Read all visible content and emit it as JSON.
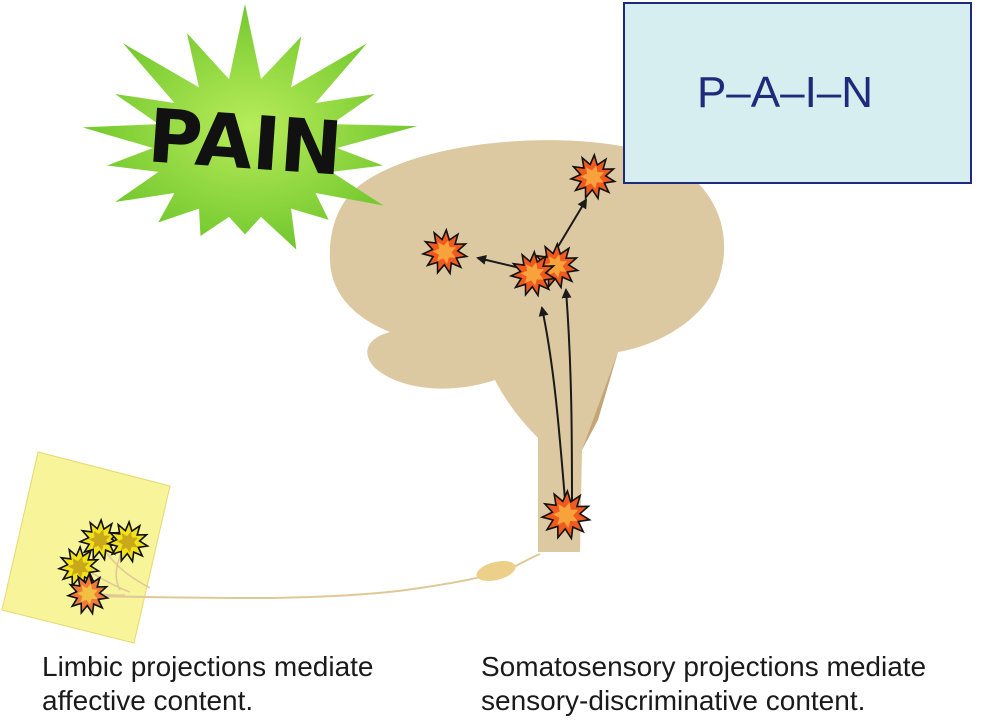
{
  "burst": {
    "label": "PAIN",
    "fill_color": "#6cc42a",
    "light_color": "#b8ec5a"
  },
  "cortex_box": {
    "label": "P–A–I–N",
    "fill_color": "#d6eef0",
    "border_color": "#1f2a7a"
  },
  "brain": {
    "fill_color": "#dcc9a1",
    "shadow_color": "#c4a578"
  },
  "limbic_panel": {
    "fill_color": "#f8f49a"
  },
  "captions": {
    "left_line1": "Limbic projections mediate",
    "left_line2": "affective content.",
    "right_line1": "Somatosensory projections mediate",
    "right_line2": "sensory-discriminative content."
  }
}
